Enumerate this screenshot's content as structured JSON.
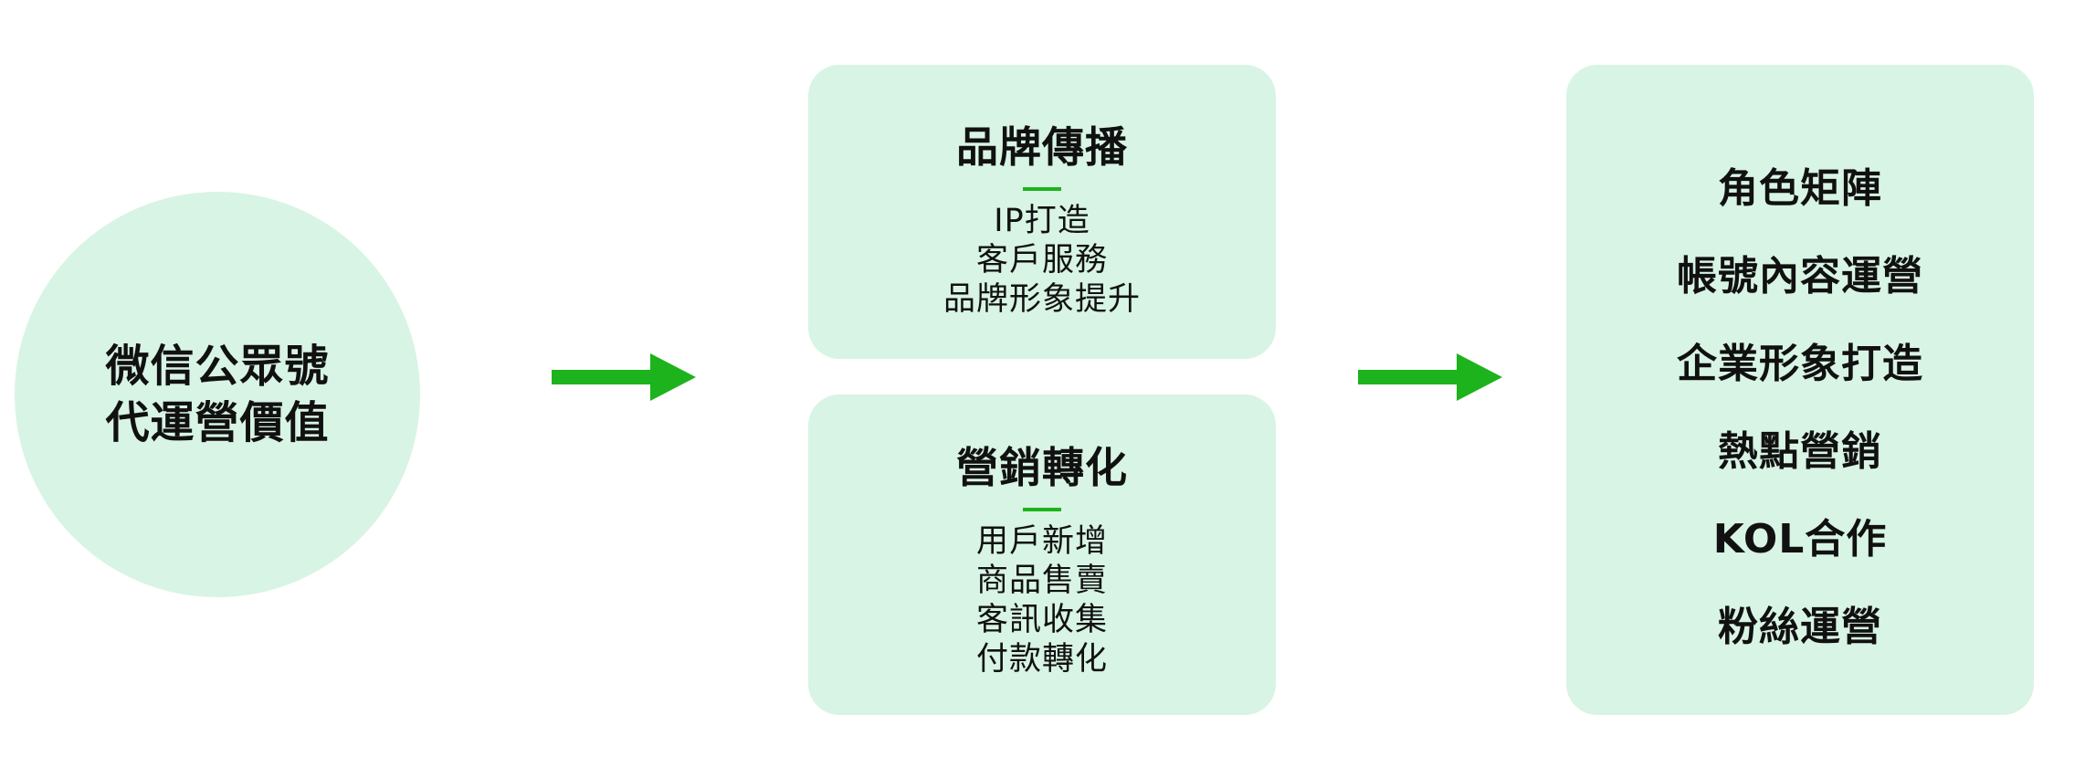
{
  "center": {
    "lines": [
      "微信公眾號",
      "代運營價值"
    ]
  },
  "cards": [
    {
      "title": "品牌傳播",
      "items": [
        "IP打造",
        "客戶服務",
        "品牌形象提升"
      ]
    },
    {
      "title": "營銷轉化",
      "items": [
        "用戶新增",
        "商品售賣",
        "客訊收集",
        "付款轉化"
      ]
    }
  ],
  "outcomes": {
    "items": [
      "角色矩陣",
      "帳號內容運營",
      "企業形象打造",
      "熱點營銷",
      "KOL合作",
      "粉絲運營"
    ]
  },
  "colors": {
    "node_fill": "#d8f4e4",
    "arrow": "#1db31d",
    "text": "#111111"
  },
  "icons": {
    "arrow": "right-arrow-icon"
  }
}
